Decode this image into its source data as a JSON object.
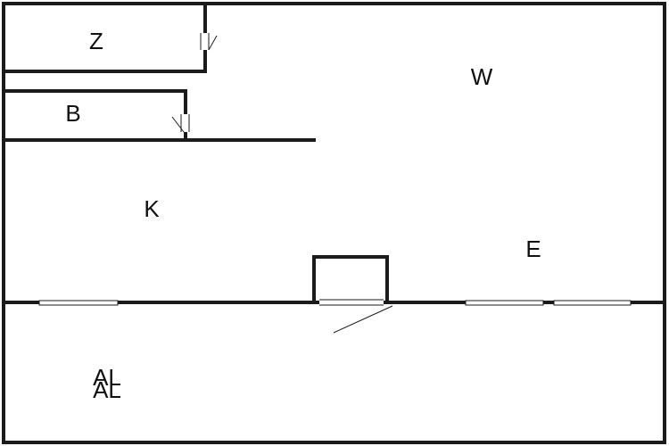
{
  "rooms": {
    "z": "Z",
    "b": "B",
    "w": "W",
    "k": "K",
    "e": "E",
    "al_upper": "AL",
    "al_lower": "AL"
  }
}
